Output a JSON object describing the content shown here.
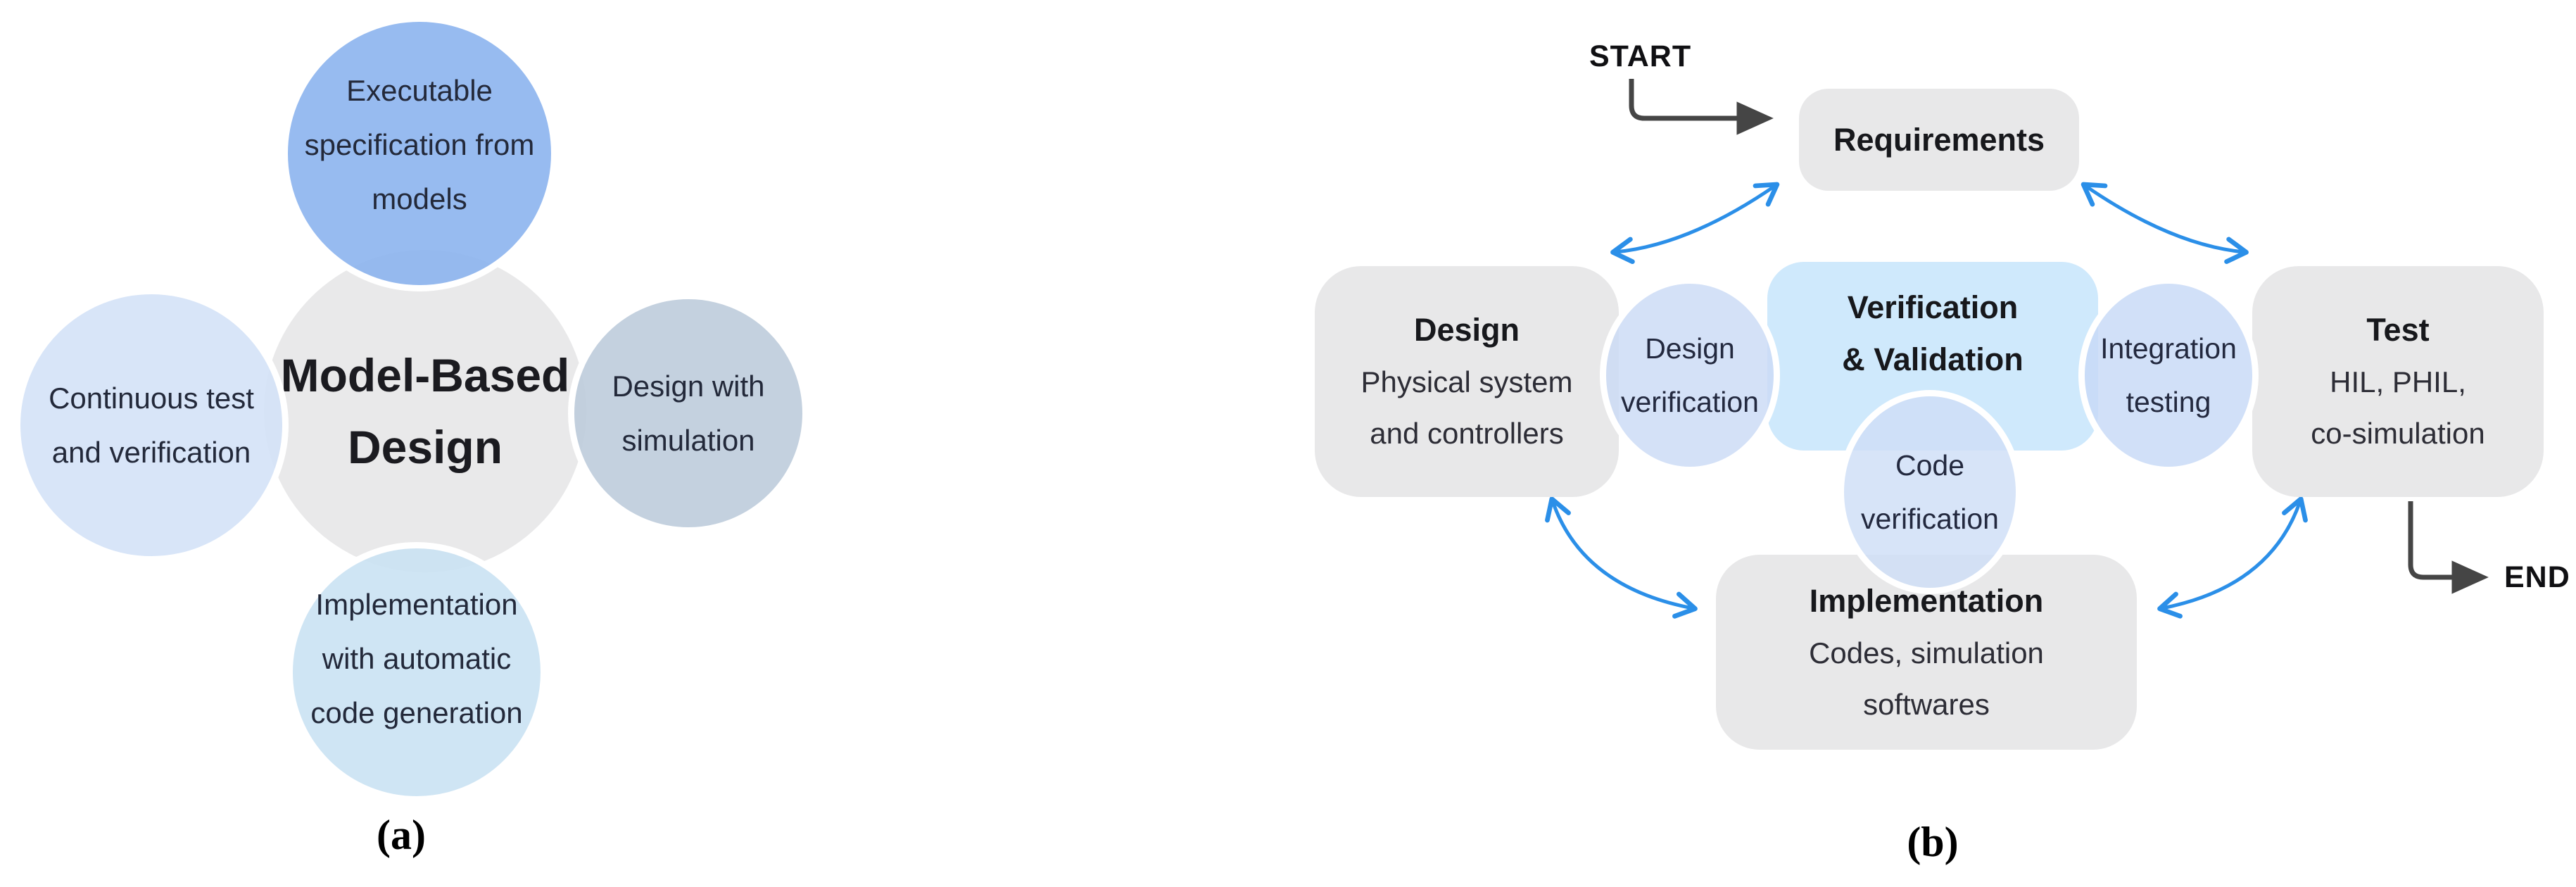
{
  "colors": {
    "background": "#ffffff",
    "gray_node": "#e8e8e9",
    "vv_blue_box": "#cfe9fc",
    "mbd_top_blue": "#a5c7f1",
    "mbd_left_blue": "#dce7f8",
    "mbd_right_grayblue": "#ccd7e3",
    "mbd_bottom_blue": "#d7e9f6",
    "flow_arrow_blue": "#2b8fe8",
    "dark_arrow": "#454545"
  },
  "panel_a": {
    "label": "(a)",
    "center": {
      "line1": "Model-Based",
      "line2": "Design"
    },
    "top_circle": {
      "line1": "Executable",
      "line2": "specification from",
      "line3": "models"
    },
    "left_circle": {
      "line1": "Continuous test",
      "line2": "and verification"
    },
    "right_circle": {
      "line1": "Design with",
      "line2": "simulation"
    },
    "bottom_circle": {
      "line1": "Implementation",
      "line2": "with automatic",
      "line3": "code generation"
    }
  },
  "panel_b": {
    "label": "(b)",
    "start_label": "START",
    "end_label": "END",
    "requirements": {
      "title": "Requirements"
    },
    "design": {
      "title": "Design",
      "line1": "Physical system",
      "line2": "and controllers"
    },
    "verification_validation": {
      "line1": "Verification",
      "line2": "& Validation"
    },
    "design_verification": {
      "line1": "Design",
      "line2": "verification"
    },
    "integration_testing": {
      "line1": "Integration",
      "line2": "testing"
    },
    "code_verification": {
      "line1": "Code",
      "line2": "verification"
    },
    "implementation": {
      "title": "Implementation",
      "line1": "Codes, simulation",
      "line2": "softwares"
    },
    "test": {
      "title": "Test",
      "line1": "HIL, PHIL,",
      "line2": "co-simulation"
    }
  }
}
